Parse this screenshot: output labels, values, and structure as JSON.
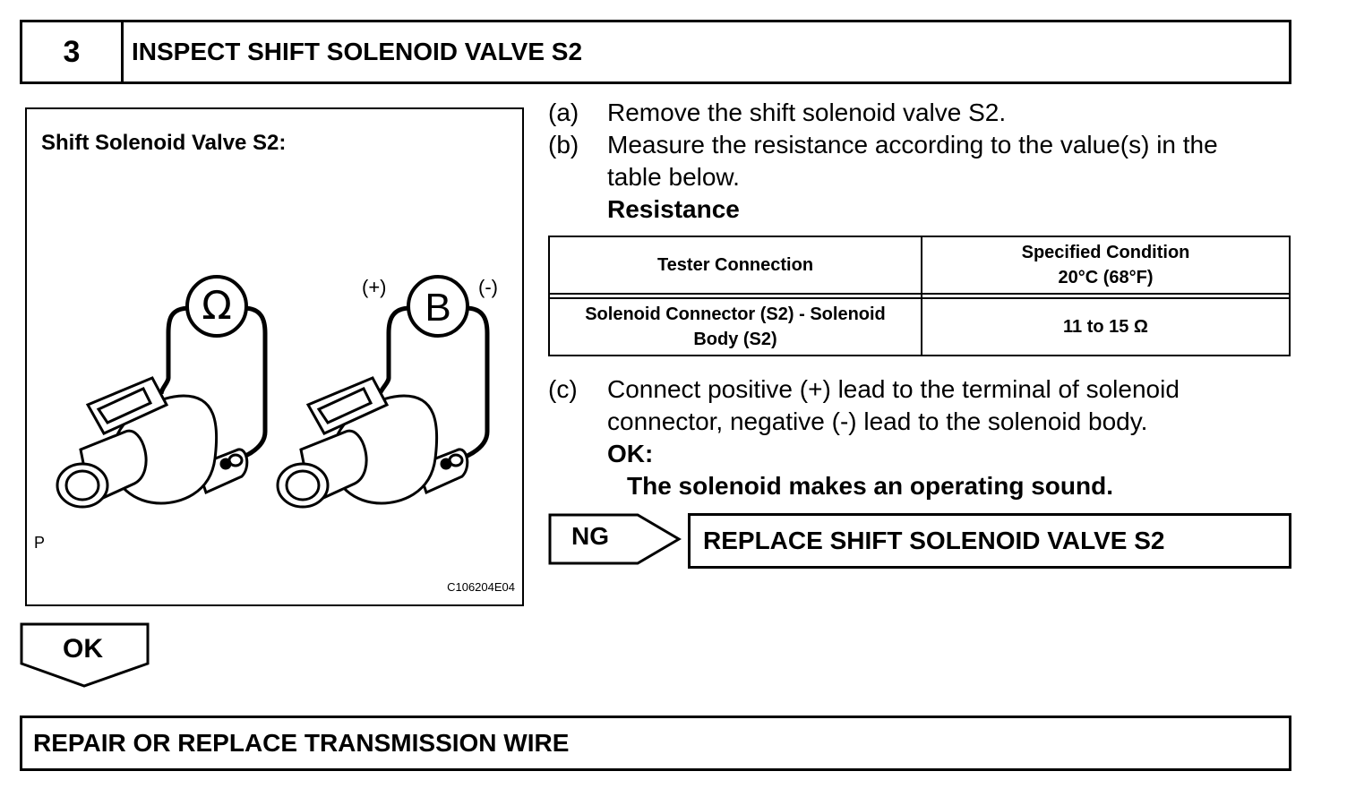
{
  "step": {
    "number": "3",
    "title": "INSPECT SHIFT SOLENOID VALVE S2"
  },
  "illustration": {
    "title": "Shift Solenoid Valve S2:",
    "ohm_symbol": "Ω",
    "battery_symbol": "B",
    "plus_label": "(+)",
    "minus_label": "(-)",
    "corner_label": "P",
    "figure_code": "C106204E04"
  },
  "instructions": {
    "a_letter": "(a)",
    "a_text": "Remove the shift solenoid valve S2.",
    "b_letter": "(b)",
    "b_text_1": "Measure the resistance according to the value(s) in the",
    "b_text_2": "table below.",
    "b_heading": "Resistance",
    "c_letter": "(c)",
    "c_text_1": "Connect positive (+) lead to the terminal of solenoid",
    "c_text_2": "connector, negative (-) lead to the solenoid body.",
    "c_ok_label": "OK:",
    "c_ok_text": "The solenoid makes an operating sound."
  },
  "resistance_table": {
    "header_col1": "Tester Connection",
    "header_col2_line1": "Specified Condition",
    "header_col2_line2": "20°C (68°F)",
    "row1_col1_line1": "Solenoid Connector (S2) - Solenoid",
    "row1_col1_line2": "Body (S2)",
    "row1_col2": "11 to 15 Ω"
  },
  "ng_branch": {
    "label": "NG",
    "action": "REPLACE SHIFT SOLENOID VALVE S2"
  },
  "ok_branch": {
    "label": "OK"
  },
  "final_action": "REPAIR OR REPLACE TRANSMISSION WIRE"
}
